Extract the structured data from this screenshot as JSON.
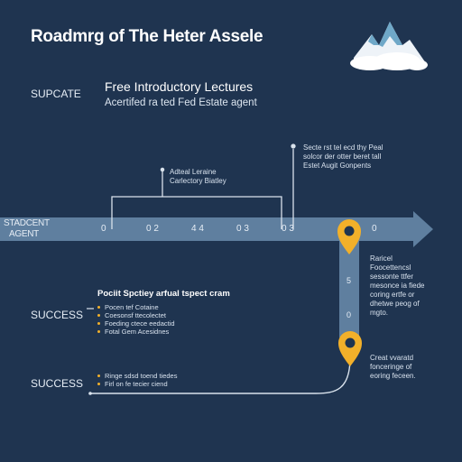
{
  "title": "Roadmrg of The Heter Assele",
  "rows": {
    "supcate": "SUPCATE",
    "stage_agent": [
      "STADCENT",
      "AGENT"
    ],
    "success_1": "SUCCESS",
    "success_2": "SUCCESS"
  },
  "intro": {
    "heading": "Free Introductory Lectures",
    "subheading": "Acertifed ra ted Fed Estate agent"
  },
  "callouts": {
    "top_left": [
      "Adteal Leraine",
      "Carlectory Biatley"
    ],
    "top_right": [
      "Secte rst tel ecd thy Peal",
      "solcor der otter beret tall",
      "Estet Augit Gonpents"
    ],
    "right_mid": [
      "Raricel",
      "Foocettencsl",
      "sessonte ttfer",
      "mesonce ia fiede",
      "coring ertfe or",
      "dhetwe peog of",
      "mgto."
    ],
    "right_bottom": [
      "Creat vvaratd",
      "fonceringe of",
      "eoring feceen."
    ]
  },
  "timeline": {
    "ticks": [
      "0",
      "0 2",
      "4 4",
      "0 3",
      "0 3",
      "0"
    ],
    "path_ticks": [
      "5",
      "0"
    ]
  },
  "prep_block": {
    "heading": "Pociit Spctiey arfual tspect cram",
    "items": [
      "Pocen tef Cotaine",
      "Coesonsf ttecolectet",
      "Foeding ctece eedactid",
      "Fotal Gem Acesidnes"
    ]
  },
  "final_block": {
    "items": [
      "Ringe sdsd toend tiedes",
      "Firl on fe tecier ciend"
    ]
  },
  "colors": {
    "background": "#1f3450",
    "arrow": "#5f7f9f",
    "accent": "#f2b02a",
    "line": "#d9e2ec"
  },
  "icons": {
    "mountain": "mountain-icon",
    "pins": "map-pin-icon"
  }
}
